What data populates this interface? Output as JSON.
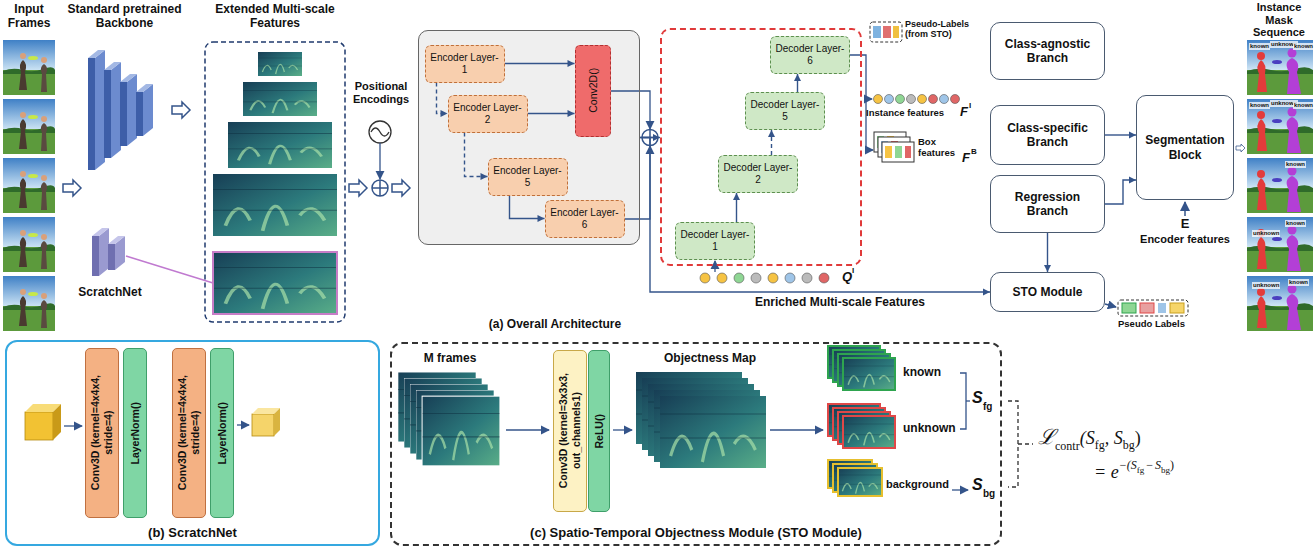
{
  "diagram": {
    "nodes": [
      {
        "text": []
      },
      {
        "text": [
          "Encoder Layer-1"
        ],
        "in": 0
      },
      {
        "text": [
          "Encoder Layer-2"
        ],
        "in": 0
      },
      {
        "text": [
          "Encoder Layer-5"
        ],
        "in": 0
      },
      {
        "text": [
          "Encoder Layer-6"
        ],
        "in": 0
      },
      {
        "text": [
          "Conv2D()"
        ],
        "in": 0
      },
      {
        "text": []
      },
      {
        "text": [
          "Decoder Layer-1"
        ],
        "in": 6
      },
      {
        "text": [
          "Decoder Layer-2"
        ],
        "in": 6
      },
      {
        "text": [
          "Decoder Layer-5"
        ],
        "in": 6
      },
      {
        "text": [
          "Decoder Layer-6"
        ],
        "in": 6
      },
      {
        "text": [
          "Class-agnostic Branch"
        ]
      },
      {
        "text": [
          "Class-specific Branch"
        ]
      },
      {
        "text": [
          "Regression Branch"
        ]
      },
      {
        "text": [
          "Segmentation Block"
        ]
      },
      {
        "text": [
          "STO Module"
        ]
      },
      {
        "text": [
          "(b) ScratchNet"
        ]
      },
      {
        "text": [
          "Conv3D (kernel=4x4x4, stride=4)"
        ],
        "in": 16
      },
      {
        "text": [
          "LayerNorm()"
        ],
        "in": 16
      },
      {
        "text": [
          "Conv3D (kernel=4x4x4, stride=4)"
        ],
        "in": 16
      },
      {
        "text": [
          "LayerNorm()"
        ],
        "in": 16
      },
      {
        "text": [
          "(c) Spatio-Temporal Objectness Module (STO Module)"
        ]
      },
      {
        "text": [
          "Conv3D (kernel=3x3x3, out_channels1)"
        ],
        "in": 21
      },
      {
        "text": [
          "ReLU()"
        ],
        "in": 21
      }
    ],
    "edges": [
      {
        "from": 1,
        "to": 2,
        "arrow": "to"
      },
      {
        "from": 2,
        "to": 3,
        "arrow": "to"
      },
      {
        "from": 3,
        "to": 4,
        "arrow": "to"
      },
      {
        "from": 1,
        "to": 5,
        "arrow": "to"
      },
      {
        "from": 2,
        "to": 5,
        "arrow": "to"
      },
      {
        "from": 0,
        "to": 6,
        "arrow": "to"
      },
      {
        "from": 0,
        "to": 15,
        "label": "Enriched Multi-scale Features",
        "arrow": "to"
      },
      {
        "from": 7,
        "to": 8,
        "arrow": "to"
      },
      {
        "from": 8,
        "to": 9,
        "arrow": "to"
      },
      {
        "from": 9,
        "to": 10,
        "arrow": "to"
      },
      {
        "from": 12,
        "to": 14,
        "arrow": "to"
      },
      {
        "from": 13,
        "to": 14,
        "arrow": "to"
      },
      {
        "from": 13,
        "to": 15,
        "arrow": "to"
      }
    ],
    "labels": [
      "Input Frames",
      "Standard pretrained Backbone",
      "Extended Multi-scale Features",
      "Positional Encodings",
      "ScratchNet",
      "Pseudo-Labels (from STO)",
      "Instance features",
      "F",
      "I",
      "Box features",
      "F",
      "B",
      "Q",
      "I",
      "E",
      "Encoder features",
      "Pseudo Labels",
      "(a) Overall Architecture",
      "Instance Mask Sequence",
      "M frames",
      "Objectness Map",
      "known",
      "unknown",
      "background",
      "S",
      "fg",
      "S",
      "bg",
      "ℒ",
      "contr",
      "(S",
      "fg",
      ", S",
      "bg",
      ")",
      "= e",
      "−(S",
      "fg",
      "−",
      "S",
      "bg",
      ")",
      "known",
      "unknown",
      "known",
      "known",
      "unknown",
      "known",
      "known",
      "known",
      "unknown",
      "unknown",
      "known"
    ]
  }
}
